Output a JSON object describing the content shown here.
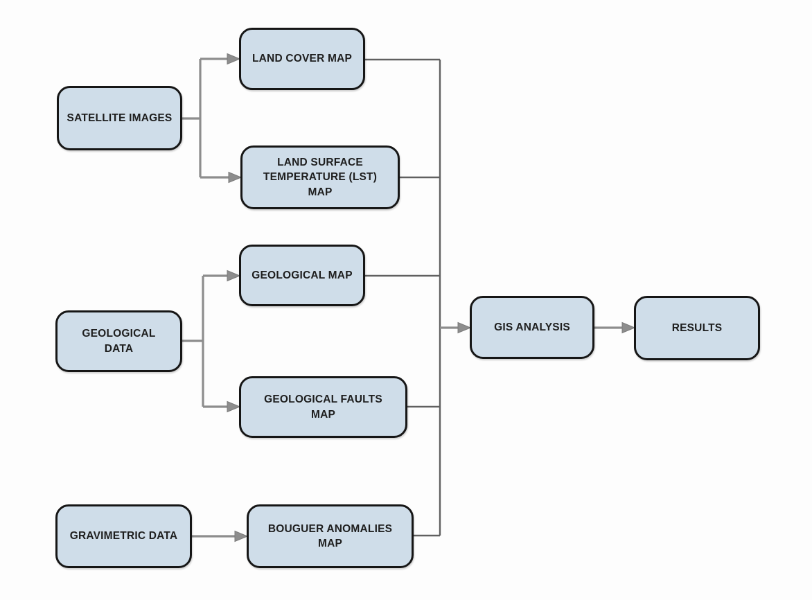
{
  "diagram": {
    "type": "flowchart",
    "background_color": "#fdfdfd",
    "colors": {
      "node_fill": "#cfdde9",
      "node_border": "#161616",
      "node_text": "#1e1e1e",
      "branch_arrow": "#8d8d8d",
      "collector_line": "#606060"
    },
    "nodes": [
      {
        "id": "satellite-images",
        "label": "SATELLITE IMAGES"
      },
      {
        "id": "land-cover-map",
        "label": "LAND COVER MAP"
      },
      {
        "id": "lst-map",
        "label": "LAND SURFACE\nTEMPERATURE (LST)\nMAP"
      },
      {
        "id": "geological-map",
        "label": "GEOLOGICAL MAP"
      },
      {
        "id": "geological-data",
        "label": "GEOLOGICAL\nDATA"
      },
      {
        "id": "geological-faults-map",
        "label": "GEOLOGICAL FAULTS\nMAP"
      },
      {
        "id": "gravimetric-data",
        "label": "GRAVIMETRIC DATA"
      },
      {
        "id": "bouguer-anomalies-map",
        "label": "BOUGUER ANOMALIES\nMAP"
      },
      {
        "id": "gis-analysis",
        "label": "GIS ANALYSIS"
      },
      {
        "id": "results",
        "label": "RESULTS"
      }
    ],
    "edges": [
      {
        "from": "satellite-images",
        "to": "land-cover-map"
      },
      {
        "from": "satellite-images",
        "to": "lst-map"
      },
      {
        "from": "geological-data",
        "to": "geological-map"
      },
      {
        "from": "geological-data",
        "to": "geological-faults-map"
      },
      {
        "from": "gravimetric-data",
        "to": "bouguer-anomalies-map"
      },
      {
        "from": "land-cover-map",
        "to": "gis-analysis"
      },
      {
        "from": "lst-map",
        "to": "gis-analysis"
      },
      {
        "from": "geological-map",
        "to": "gis-analysis"
      },
      {
        "from": "geological-faults-map",
        "to": "gis-analysis"
      },
      {
        "from": "bouguer-anomalies-map",
        "to": "gis-analysis"
      },
      {
        "from": "gis-analysis",
        "to": "results"
      }
    ]
  }
}
